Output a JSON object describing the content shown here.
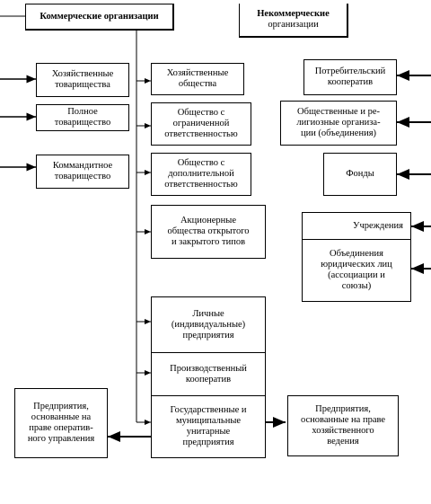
{
  "headers": {
    "commercial": "Коммерческие организации",
    "noncommercial_line1": "Некоммерческие",
    "noncommercial_line2": "организации"
  },
  "left_column": [
    "Хозяйственные\nтоварищества",
    "Полное\nтоварищество",
    "Коммандитное\nтоварищество"
  ],
  "middle_column": [
    "Хозяйственные\nобщества",
    "Общество с\nограниченной\nответственностью",
    "Общество с\nдополнительной\nответственностью",
    "Акционерные\nобщества открытого\nи закрытого типов",
    "Личные\n(индивидуальные)\nпредприятия",
    "Производственный\nкооператив",
    "Государственные и\nмуниципальные\nунитарные\nпредприятия"
  ],
  "right_column": [
    "Потребительский\nкооператив",
    "Общественные и ре-\nлигиозные организа-\nции (объединения)",
    "Фонды",
    "Учреждения",
    "Объединения\nюридических лиц\n(ассоциации и\nсоюзы)"
  ],
  "bottom": {
    "left": "Предприятия,\nоснованные на\nправе оператив-\nного управления",
    "right": "Предприятия,\nоснованные на праве\nхозяйственного\nведения"
  }
}
